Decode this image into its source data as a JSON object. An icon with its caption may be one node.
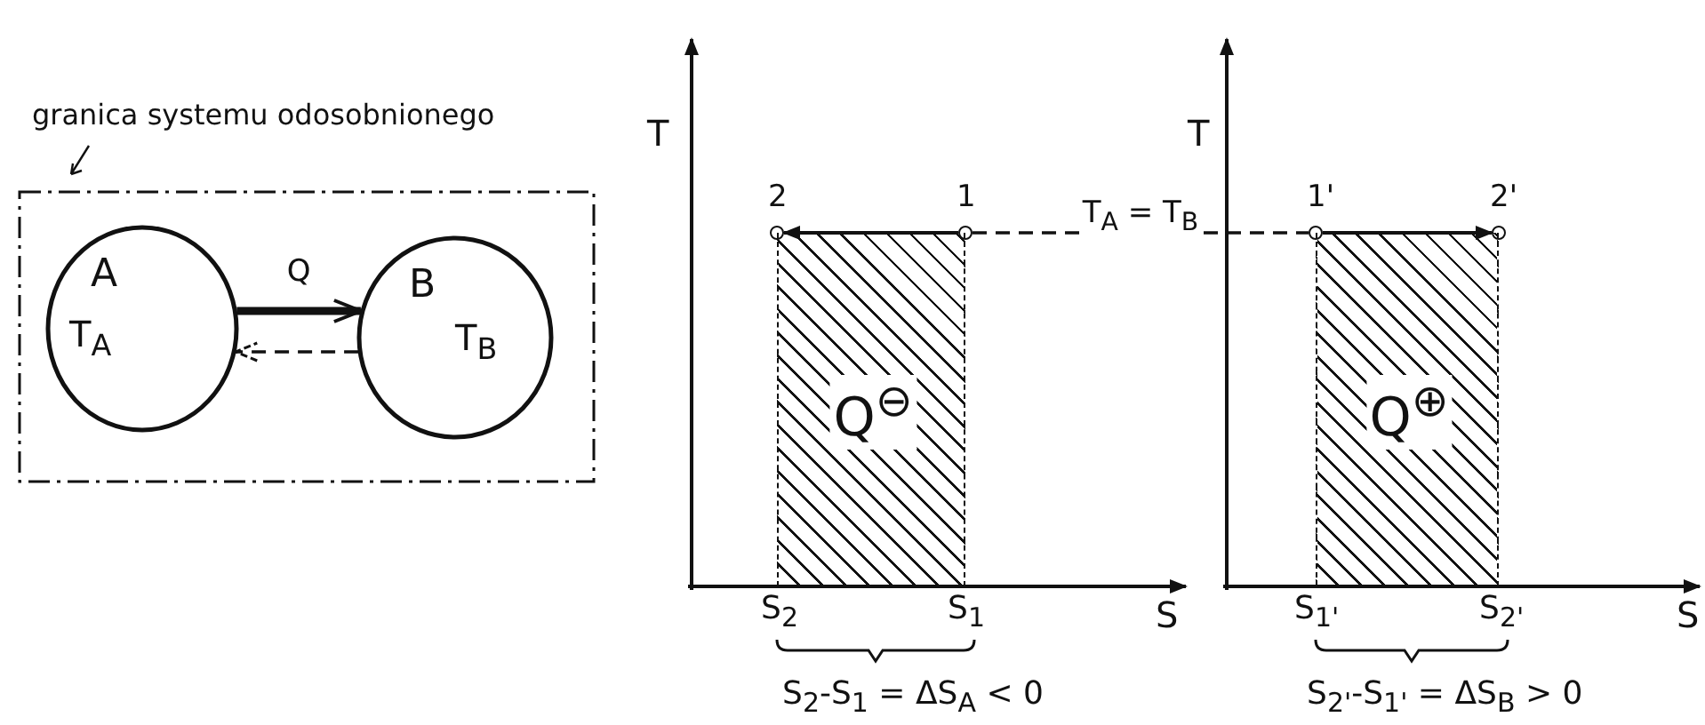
{
  "diagram": {
    "nodes": [
      {
        "text": [
          "granica systemu odosobnionego"
        ]
      },
      {
        "text": [
          "A",
          "T$_{A}$"
        ],
        "in": 0
      },
      {
        "text": [
          "B",
          "T$_{B}$"
        ],
        "in": 0
      },
      {
        "text": [],
        "shape": "circle",
        "beside": [
          "2"
        ]
      },
      {
        "text": [],
        "shape": "circle",
        "beside": [
          "1"
        ]
      },
      {
        "text": [
          "Q$^{⊖}$"
        ]
      },
      {
        "text": [],
        "shape": "circle",
        "beside": [
          "1'"
        ]
      },
      {
        "text": [],
        "shape": "circle",
        "beside": [
          "2'"
        ]
      },
      {
        "text": [
          "Q$^{⊕}$"
        ]
      }
    ],
    "edges": [
      {
        "from": 1,
        "to": 2,
        "arrow": "to",
        "label": "Q",
        "style": "thick"
      },
      {
        "from": 2,
        "to": 1,
        "arrow": "to",
        "style": "dashed"
      },
      {
        "from": 4,
        "to": 3,
        "arrow": "to"
      },
      {
        "from": 4,
        "to": 6,
        "arrow": "none",
        "style": "dashed",
        "label": "T$_{A}$ = T$_{B}$"
      },
      {
        "from": 6,
        "to": 7,
        "arrow": "to"
      }
    ],
    "labels": [
      "T",
      "T",
      "S$_{2}$",
      "S$_{1}$",
      "S",
      "S$_{1'}$",
      "S$_{2'}$",
      "S",
      "S$_{2}$-S$_{1}$ = ΔS$_{A}$ < 0",
      "S$_{2'}$-S$_{1'}$ = ΔS$_{B}$ > 0"
    ]
  }
}
